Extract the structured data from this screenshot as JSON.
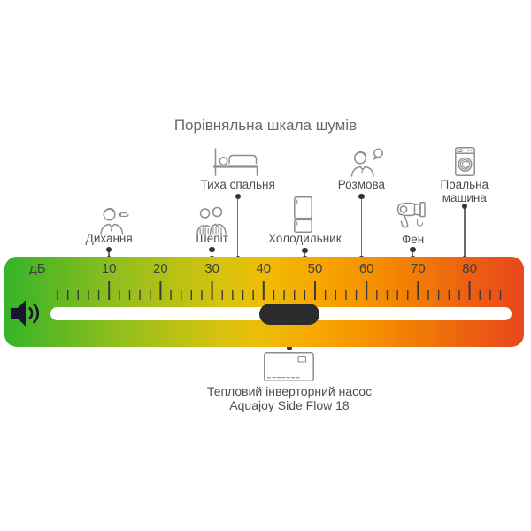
{
  "title": "Порівняльна шкала шумів",
  "scale": {
    "unit_label": "дБ",
    "ticks": [
      10,
      20,
      30,
      40,
      50,
      60,
      70,
      80
    ],
    "min": 0,
    "max": 86,
    "minor_step": 2,
    "gradient": [
      {
        "pos": 0,
        "color": "#35b42a"
      },
      {
        "pos": 10,
        "color": "#5fb822"
      },
      {
        "pos": 20,
        "color": "#8abe1e"
      },
      {
        "pos": 32,
        "color": "#b5c115"
      },
      {
        "pos": 42,
        "color": "#d8c30e"
      },
      {
        "pos": 50,
        "color": "#eebc05"
      },
      {
        "pos": 60,
        "color": "#f7a701"
      },
      {
        "pos": 70,
        "color": "#f69200"
      },
      {
        "pos": 80,
        "color": "#f17a05"
      },
      {
        "pos": 90,
        "color": "#ec5e12"
      },
      {
        "pos": 100,
        "color": "#e8481c"
      }
    ]
  },
  "items": [
    {
      "id": "breathing",
      "label": "Дихання",
      "db": 10
    },
    {
      "id": "whisper",
      "label": "Шепіт",
      "db": 30
    },
    {
      "id": "quiet-bedroom",
      "label": "Тиха спальня",
      "db": 35
    },
    {
      "id": "fridge",
      "label": "Холодильник",
      "db": 48
    },
    {
      "id": "conversation",
      "label": "Розмова",
      "db": 59
    },
    {
      "id": "hairdryer",
      "label": "Фен",
      "db": 69
    },
    {
      "id": "washing-machine",
      "label": "Пральна машина",
      "db": 79
    }
  ],
  "pump": {
    "label_line1": "Тепловий інверторний насос",
    "label_line2": "Aquajoy Side Flow 18",
    "db": 45
  },
  "chart_data": {
    "type": "scatter",
    "title": "Порівняльна шкала шумів",
    "xlabel": "дБ",
    "xlim": [
      0,
      86
    ],
    "x_ticks": [
      10,
      20,
      30,
      40,
      50,
      60,
      70,
      80
    ],
    "points": [
      {
        "label": "Дихання",
        "db": 10
      },
      {
        "label": "Шепіт",
        "db": 30
      },
      {
        "label": "Тиха спальня",
        "db": 35
      },
      {
        "label": "Холодильник",
        "db": 48
      },
      {
        "label": "Розмова",
        "db": 59
      },
      {
        "label": "Фен",
        "db": 69
      },
      {
        "label": "Пральна машина",
        "db": 79
      },
      {
        "label": "Тепловий інверторний насос Aquajoy Side Flow 18",
        "db": 45
      }
    ]
  }
}
